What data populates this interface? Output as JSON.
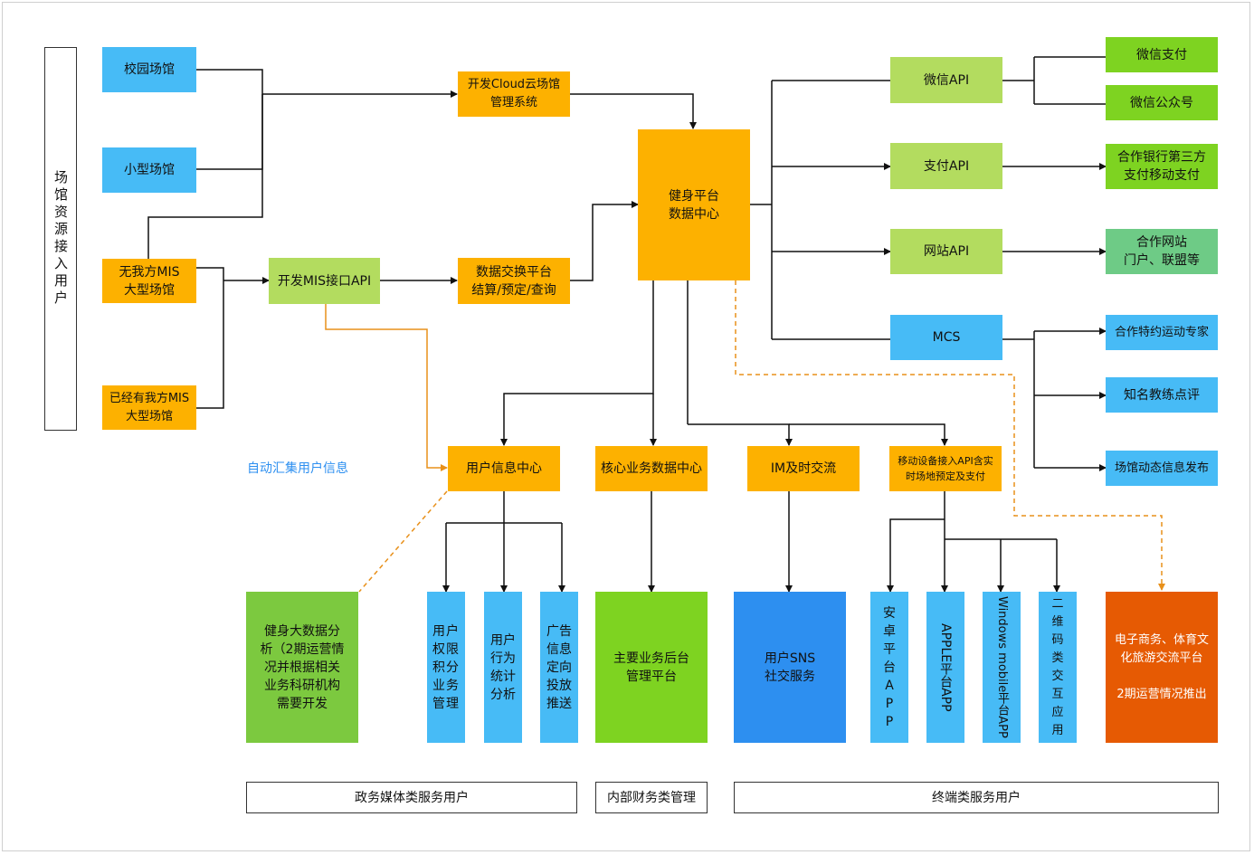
{
  "left_panel": {
    "label": "场馆资源接入用户"
  },
  "venues": {
    "campus": "校园场馆",
    "small": "小型场馆",
    "no_mis": "无我方MIS\n大型场馆",
    "has_mis": "已经有我方MIS\n大型场馆"
  },
  "dev": {
    "cloud": "开发Cloud云场馆\n管理系统",
    "mis_api": "开发MIS接口API",
    "exchange": "数据交换平台\n结算/预定/查询"
  },
  "hub": {
    "label": "健身平台\n数据中心"
  },
  "apis": {
    "wechat": "微信API",
    "pay": "支付API",
    "site": "网站API",
    "mcs": "MCS"
  },
  "partners": {
    "wechat_pay": "微信支付",
    "wechat_public": "微信公众号",
    "bank": "合作银行第三方\n支付移动支付",
    "website": "合作网站\n门户、联盟等",
    "expert": "合作特约运动专家",
    "coach": "知名教练点评",
    "news": "场馆动态信息发布"
  },
  "centers": {
    "user_info": "用户信息中心",
    "core": "核心业务数据中心",
    "im": "IM及时交流",
    "mobile": "移动设备接入API含实\n时场地预定及支付"
  },
  "auto_collect": "自动汇集用户信息",
  "outputs": {
    "bigdata": "健身大数据分\n析（2期运营情\n况并根据相关\n业务科研机构\n需要开发",
    "perm": "用户权限积分业务管理",
    "behavior": "用户行为统计分析",
    "ads": "广告信息定向投放推送",
    "backend": "主要业务后台\n管理平台",
    "sns": "用户SNS\n社交服务",
    "android": "安卓平台APP",
    "apple": "APPLE平台APP",
    "windows": "Windows mobile平台APP",
    "qrcode": "二维码类交互应用",
    "ecommerce": "电子商务、体育文\n化旅游交流平台\n\n2期运营情况推出"
  },
  "groups": {
    "gov": "政务媒体类服务用户",
    "finance": "内部财务类管理",
    "terminal": "终端类服务用户"
  },
  "colors": {
    "venue_blue": "#47bbf6",
    "orange": "#fdb100",
    "api_green": "#b3dc5f",
    "partner_green": "#7ed321",
    "teal_green": "#6ecb86",
    "sns_blue": "#2d8ff0",
    "ecommerce_red": "#e65a03",
    "dashed_orange": "#e8901a"
  }
}
